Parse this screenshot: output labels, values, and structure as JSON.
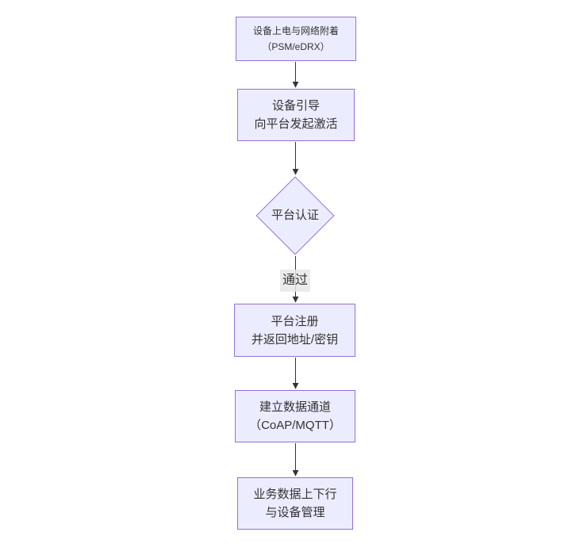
{
  "diagram": {
    "type": "flowchart",
    "direction": "top-down",
    "colors": {
      "node_fill": "#ECECFF",
      "node_border": "#9370DB",
      "arrow_line": "#333333",
      "text": "#333333",
      "edge_label_bg": "#e8e8e8",
      "background": "#ffffff"
    },
    "nodes": [
      {
        "id": "A",
        "shape": "rect",
        "lines": [
          "设备上电与网络附着",
          "（PSM/eDRX）"
        ]
      },
      {
        "id": "B",
        "shape": "rect",
        "lines": [
          "设备引导",
          "向平台发起激活"
        ]
      },
      {
        "id": "C",
        "shape": "diamond",
        "lines": [
          "平台认证"
        ]
      },
      {
        "id": "D",
        "shape": "rect",
        "lines": [
          "平台注册",
          "并返回地址/密钥"
        ]
      },
      {
        "id": "E",
        "shape": "rect",
        "lines": [
          "建立数据通道",
          "（CoAP/MQTT）"
        ]
      },
      {
        "id": "F",
        "shape": "rect",
        "lines": [
          "业务数据上下行",
          "与设备管理"
        ]
      }
    ],
    "edges": [
      {
        "from": "A",
        "to": "B",
        "label": ""
      },
      {
        "from": "B",
        "to": "C",
        "label": ""
      },
      {
        "from": "C",
        "to": "D",
        "label": "通过"
      },
      {
        "from": "D",
        "to": "E",
        "label": ""
      },
      {
        "from": "E",
        "to": "F",
        "label": ""
      }
    ]
  }
}
